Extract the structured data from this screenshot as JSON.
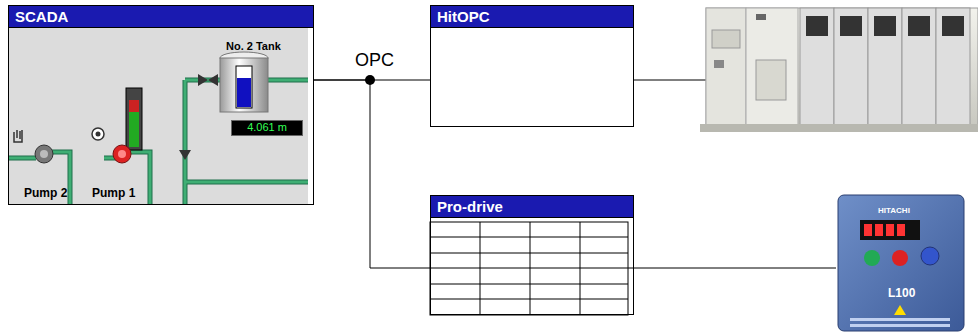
{
  "diagram": {
    "nodes": [
      {
        "text": [
          "SCADA"
        ]
      },
      {
        "text": [
          "4.061 m"
        ],
        "in": 0
      },
      {
        "text": [
          "HitOPC"
        ]
      },
      {
        "text": [
          "Pro-drive"
        ]
      }
    ],
    "edges": [
      {
        "from": 0,
        "to": 2,
        "arrow": "none"
      },
      {
        "from": 0,
        "to": 3,
        "arrow": "none"
      }
    ],
    "labels": [
      "No. 2 Tank",
      "Pump 2",
      "Pump 1",
      "OPC",
      "HITACHI",
      "L100"
    ]
  }
}
